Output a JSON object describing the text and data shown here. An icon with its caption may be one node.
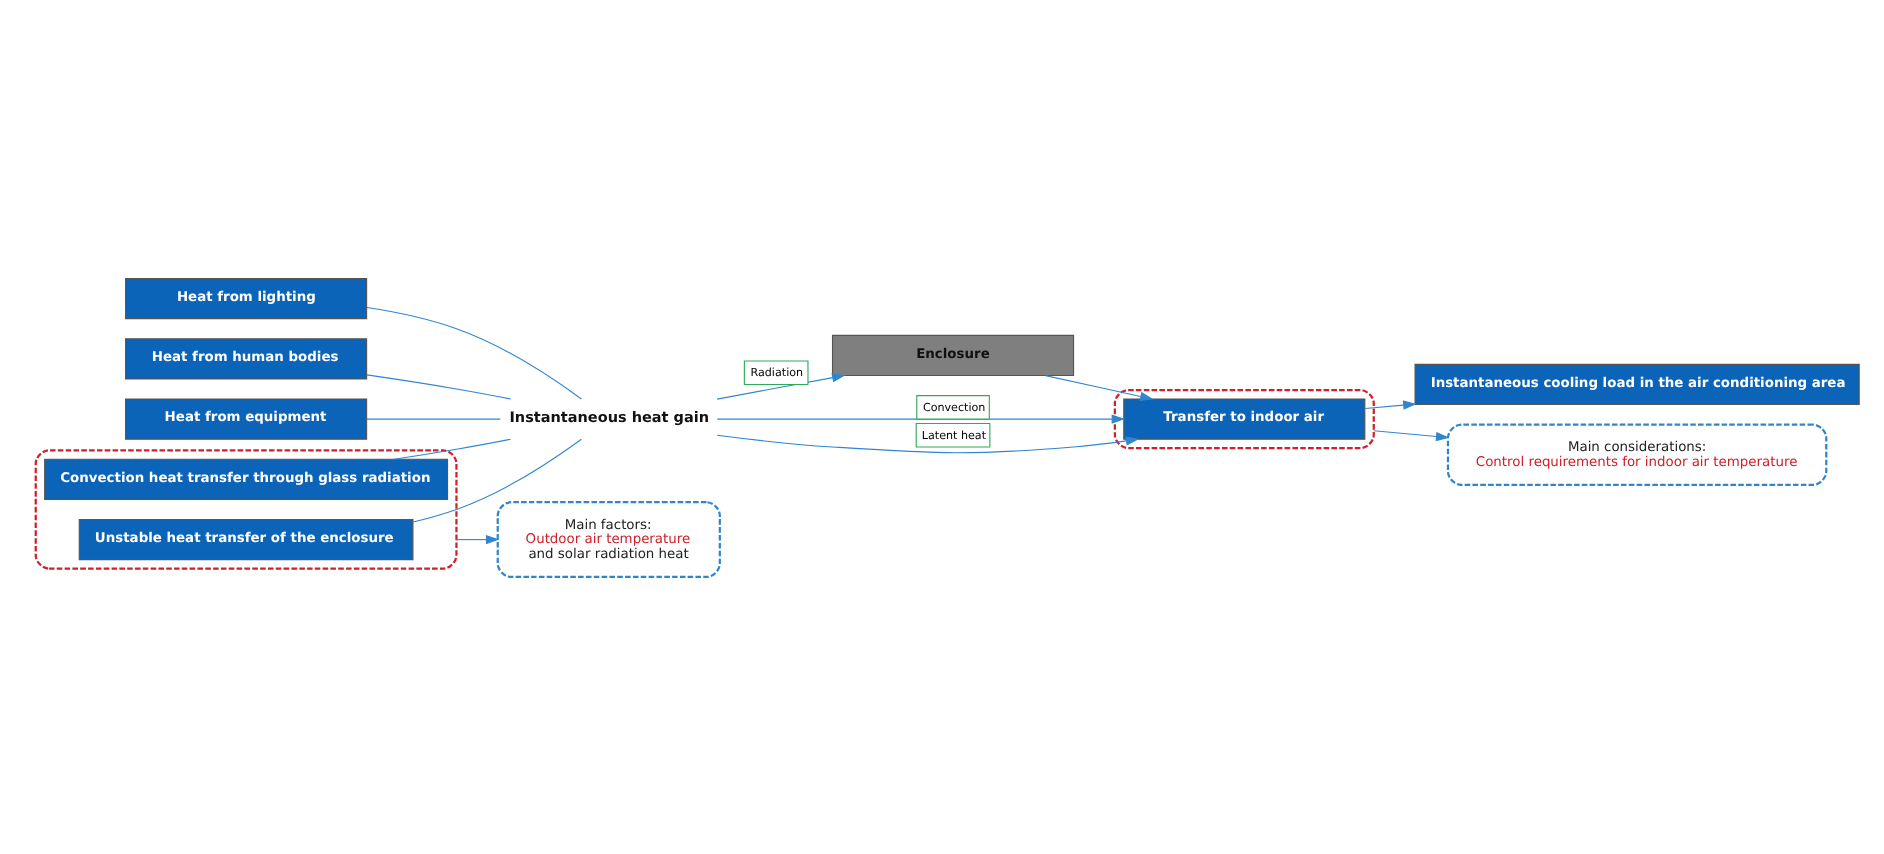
{
  "diagram": {
    "nodes": [
      {
        "text": [
          "Heat from lighting"
        ]
      },
      {
        "text": [
          "Heat from human bodies"
        ]
      },
      {
        "text": [
          "Heat from equipment"
        ]
      },
      {
        "text": [],
        "shape": "box"
      },
      {
        "text": [
          "Convection heat transfer through glass radiation"
        ],
        "in": 3
      },
      {
        "text": [
          "Unstable heat transfer of the enclosure"
        ],
        "in": 3
      },
      {
        "text": [
          "Instantaneous heat gain"
        ]
      },
      {
        "text": [
          "Enclosure"
        ]
      },
      {
        "text": [],
        "shape": "box"
      },
      {
        "text": [
          "Transfer to indoor air"
        ],
        "in": 8
      },
      {
        "text": [
          "Instantaneous cooling load in the air conditioning area"
        ]
      },
      {
        "text": [
          "Main factors:",
          "Outdoor air temperature",
          "and solar radiation heat"
        ]
      },
      {
        "text": [
          "Main considerations:",
          "Control requirements for indoor air temperature"
        ]
      }
    ],
    "edges": [
      {
        "from": 0,
        "to": 6,
        "arrow": "none"
      },
      {
        "from": 1,
        "to": 6,
        "arrow": "none"
      },
      {
        "from": 2,
        "to": 6,
        "arrow": "none"
      },
      {
        "from": 4,
        "to": 6,
        "arrow": "none"
      },
      {
        "from": 5,
        "to": 6,
        "arrow": "none"
      },
      {
        "from": 6,
        "to": 7,
        "arrow": "to",
        "label": "Radiation"
      },
      {
        "from": 6,
        "to": 9,
        "arrow": "to",
        "label": "Convection"
      },
      {
        "from": 6,
        "to": 9,
        "arrow": "to",
        "label": "Latent heat"
      },
      {
        "from": 7,
        "to": 9,
        "arrow": "to"
      },
      {
        "from": 9,
        "to": 10,
        "arrow": "to"
      },
      {
        "from": 3,
        "to": 11,
        "arrow": "to"
      },
      {
        "from": 8,
        "to": 12,
        "arrow": "to"
      }
    ]
  }
}
